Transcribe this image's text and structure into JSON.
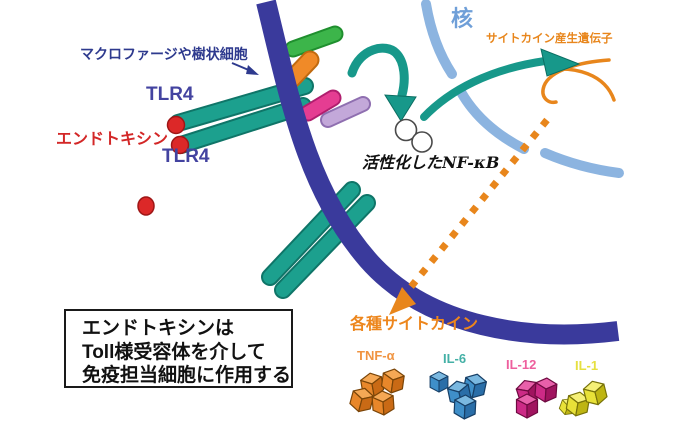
{
  "labels": {
    "cell": "マクロファージや樹状細胞",
    "tlr4_top": "TLR4",
    "tlr4_bottom": "TLR4",
    "endotoxin": "エンドトキシン",
    "nucleus": "核",
    "gene": "サイトカイン産生遺伝子",
    "activated_nfkb": "活性化したNF-κB",
    "cytokines_heading": "各種サイトカイン"
  },
  "cytokines": [
    {
      "name": "TNF-α",
      "color": "#f09340",
      "cube_color": "#e8872a"
    },
    {
      "name": "IL-6",
      "color": "#44b0a6",
      "cube_color": "#3f8fc9"
    },
    {
      "name": "IL-12",
      "color": "#ee5f9d",
      "cube_color": "#cc2a86"
    },
    {
      "name": "IL-1",
      "color": "#e6e040",
      "cube_color": "#e8e138"
    }
  ],
  "caption_box": {
    "lines": [
      "エンドトキシンは",
      "Toll様受容体を介して",
      "免疫担当細胞に作用する"
    ]
  },
  "colors": {
    "membrane": "#3a3a9c",
    "receptor_rod": "#1ca08e",
    "nuclear_envelope": "#8cb4e0",
    "endotoxin_red": "#dc2828",
    "signal_arrow": "#17988a",
    "gene_orange": "#e8861c",
    "nfkb_circle": "#ffffff",
    "adapter_green": "#3cb54a",
    "adapter_orange": "#f08a28",
    "adapter_magenta": "#e53d92",
    "adapter_lavender": "#c3a8d9"
  }
}
